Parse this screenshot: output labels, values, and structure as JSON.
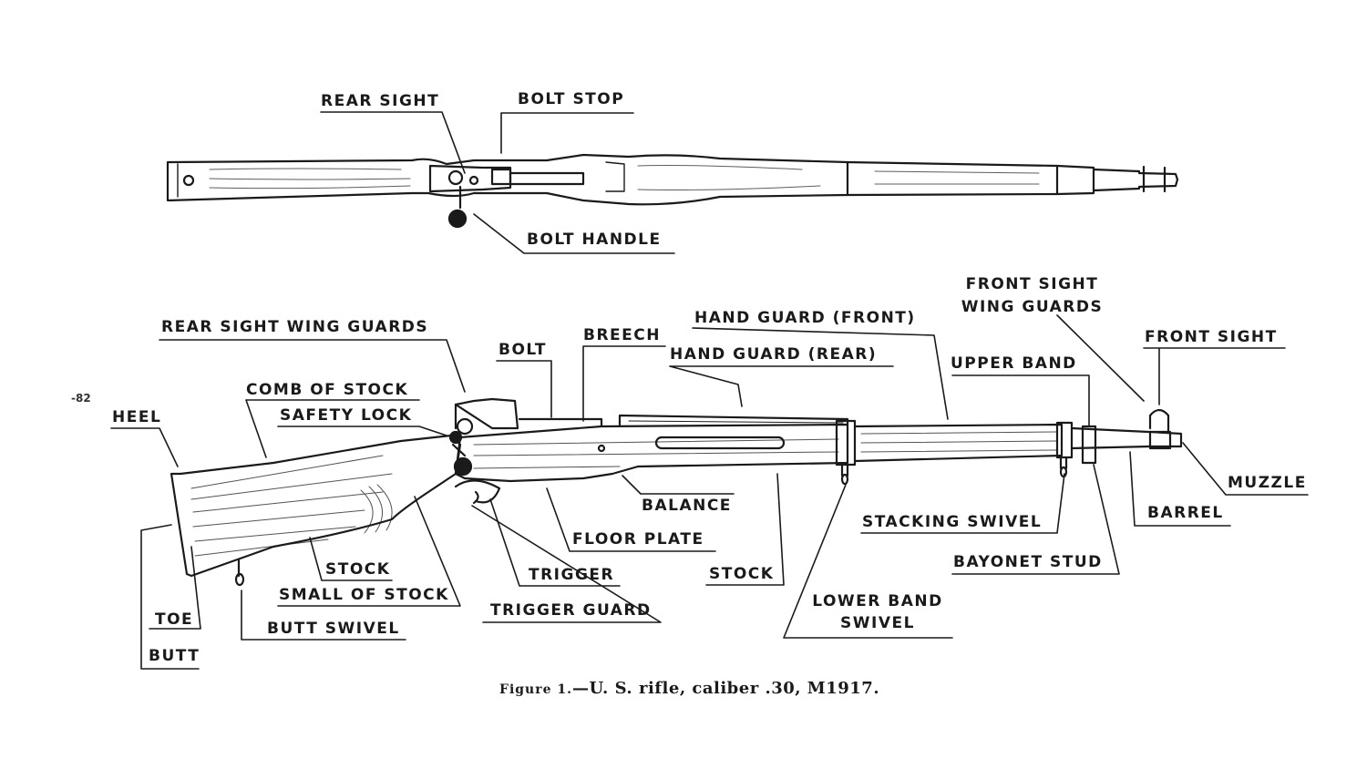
{
  "top_view_labels": {
    "rear_sight": "REAR SIGHT",
    "bolt_stop": "BOLT STOP",
    "bolt_handle": "BOLT HANDLE"
  },
  "side_view_labels": {
    "rear_sight_wing_guards": "REAR SIGHT WING GUARDS",
    "bolt": "BOLT",
    "breech": "BREECH",
    "hand_guard_front": "HAND GUARD (FRONT)",
    "hand_guard_rear": "HAND GUARD (REAR)",
    "front_sight_wing_guards_line1": "FRONT SIGHT",
    "front_sight_wing_guards_line2": "WING GUARDS",
    "front_sight": "FRONT SIGHT",
    "upper_band": "UPPER BAND",
    "comb_of_stock": "COMB OF STOCK",
    "safety_lock": "SAFETY LOCK",
    "heel": "HEEL",
    "balance": "BALANCE",
    "floor_plate": "FLOOR PLATE",
    "trigger": "TRIGGER",
    "trigger_guard": "TRIGGER GUARD",
    "stock_rear": "STOCK",
    "stock_front": "STOCK",
    "small_of_stock": "SMALL OF STOCK",
    "butt_swivel": "BUTT SWIVEL",
    "toe": "TOE",
    "butt": "BUTT",
    "lower_band_swivel_line1": "LOWER BAND",
    "lower_band_swivel_line2": "SWIVEL",
    "stacking_swivel": "STACKING SWIVEL",
    "bayonet_stud": "BAYONET STUD",
    "barrel": "BARREL",
    "muzzle": "MUZZLE"
  },
  "page_mark": "-82",
  "caption": {
    "figure": "Figure 1.",
    "text": "—U. S. rifle, caliber .30, M1917."
  }
}
